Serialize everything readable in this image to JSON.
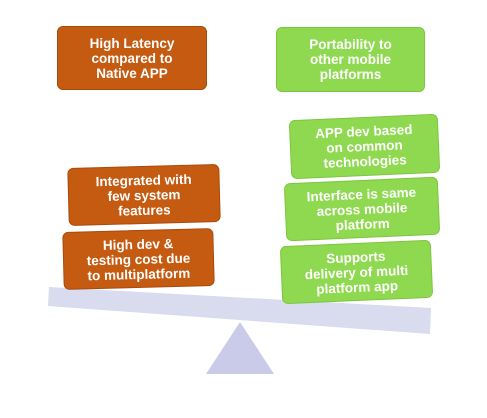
{
  "colors": {
    "disadvantage": "#c55a11",
    "advantage": "#8ed94f",
    "beam": "#d9dbee",
    "fulcrum": "#c9cbe8"
  },
  "titles": {
    "disadvantage": "High Latency\ncompared  to\nNative APP",
    "advantage": "Portability to\nother mobile\nplatforms"
  },
  "left_pan": [
    "Integrated with\nfew system\nfeatures",
    "High dev &\ntesting cost due\nto multiplatform"
  ],
  "right_pan": [
    "APP dev based\non common\ntechnologies",
    "Interface is same\nacross mobile\nplatform",
    "Supports\ndelivery of multi\nplatform app"
  ]
}
